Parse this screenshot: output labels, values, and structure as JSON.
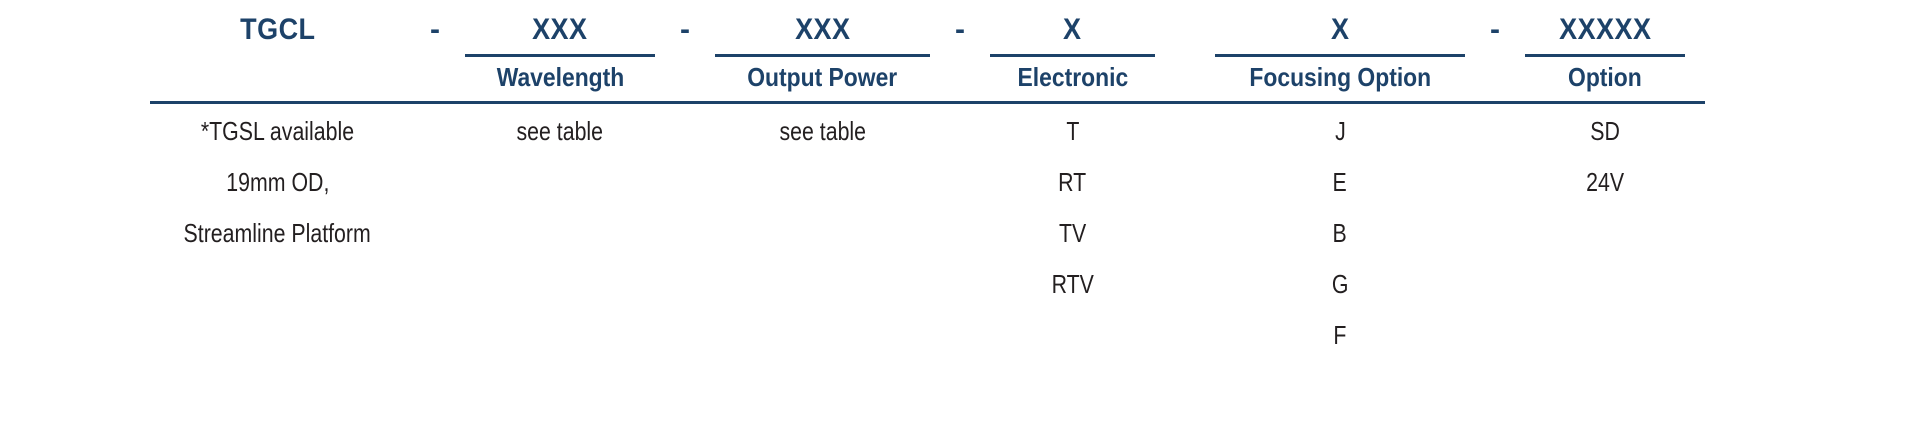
{
  "part_number_builder": {
    "separator": "-",
    "accent_color": "#1d4269",
    "body_text_color": "#231f20",
    "columns": [
      {
        "code": "TGCL",
        "label": "",
        "has_rule": false,
        "values": [
          "*TGSL available",
          "19mm OD,",
          "Streamline Platform"
        ]
      },
      {
        "code": "XXX",
        "label": "Wavelength",
        "has_rule": true,
        "values": [
          "see table"
        ]
      },
      {
        "code": "XXX",
        "label": "Output Power",
        "has_rule": true,
        "values": [
          "see table"
        ]
      },
      {
        "code": "X",
        "label": "Electronic",
        "has_rule": true,
        "values": [
          "T",
          "RT",
          "TV",
          "RTV"
        ]
      },
      {
        "code": "X",
        "label": "Focusing Option",
        "has_rule": true,
        "values": [
          "J",
          "E",
          "B",
          "G",
          "F"
        ]
      },
      {
        "code": "XXXXX",
        "label": "Option",
        "has_rule": true,
        "values": [
          "SD",
          "24V"
        ]
      }
    ]
  }
}
